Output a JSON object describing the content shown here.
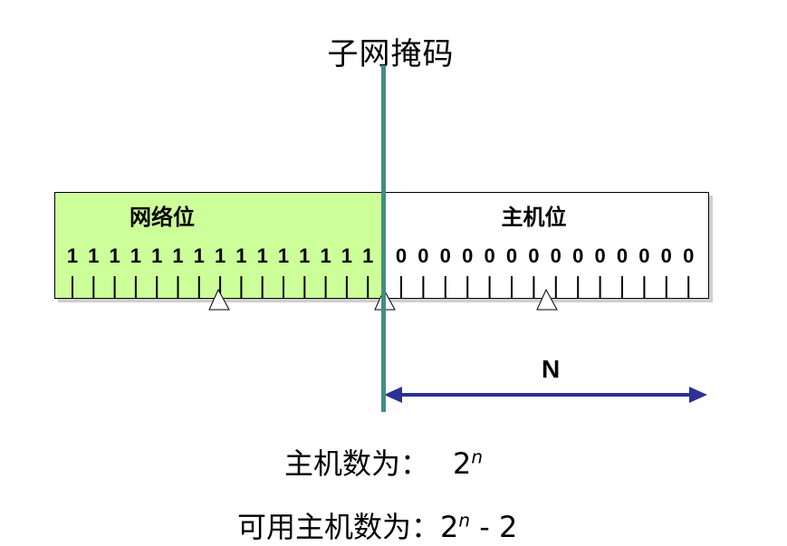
{
  "title": "子网掩码",
  "network_section": {
    "label": "网络位",
    "bits": [
      "1",
      "1",
      "1",
      "1",
      "1",
      "1",
      "1",
      "1",
      "1",
      "1",
      "1",
      "1",
      "1",
      "1",
      "1"
    ]
  },
  "host_section": {
    "label": "主机位",
    "bits": [
      "0",
      "0",
      "0",
      "0",
      "0",
      "0",
      "0",
      "0",
      "0",
      "0",
      "0",
      "0",
      "0",
      "0"
    ]
  },
  "host_bits_label": "N",
  "formula_hosts": {
    "prefix": "主机数为：",
    "base": "2",
    "exponent": "n"
  },
  "formula_usable": {
    "prefix": "可用主机数为：",
    "base": "2",
    "exponent": "n",
    "suffix": " - 2"
  },
  "colors": {
    "network_fill": "#ccff99",
    "divider": "#3f8f86",
    "arrow": "#2e3192"
  }
}
